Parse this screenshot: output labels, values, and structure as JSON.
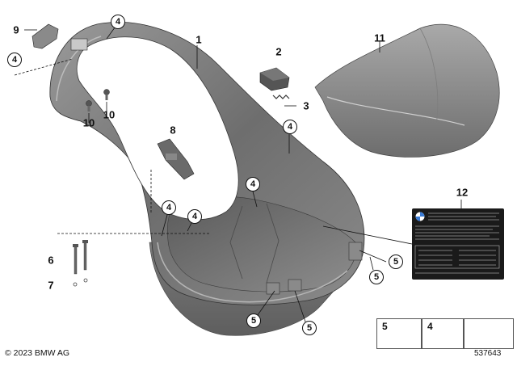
{
  "diagram": {
    "copyright": "© 2023 BMW AG",
    "diagram_number": "537643",
    "part_labels": [
      {
        "id": "p1",
        "text": "1"
      },
      {
        "id": "p2",
        "text": "2"
      },
      {
        "id": "p3",
        "text": "3"
      },
      {
        "id": "p6",
        "text": "6"
      },
      {
        "id": "p7",
        "text": "7"
      },
      {
        "id": "p8",
        "text": "8"
      },
      {
        "id": "p9",
        "text": "9"
      },
      {
        "id": "p10a",
        "text": "10"
      },
      {
        "id": "p10b",
        "text": "10"
      },
      {
        "id": "p11",
        "text": "11"
      },
      {
        "id": "p12",
        "text": "12"
      }
    ],
    "circled_labels": [
      {
        "id": "c4a",
        "text": "4"
      },
      {
        "id": "c4b",
        "text": "4"
      },
      {
        "id": "c4c",
        "text": "4"
      },
      {
        "id": "c4d",
        "text": "4"
      },
      {
        "id": "c4e",
        "text": "4"
      },
      {
        "id": "c4f",
        "text": "4"
      },
      {
        "id": "c5a",
        "text": "5"
      },
      {
        "id": "c5b",
        "text": "5"
      },
      {
        "id": "c5c",
        "text": "5"
      },
      {
        "id": "c5d",
        "text": "5"
      }
    ],
    "legend": [
      {
        "text": "5"
      },
      {
        "text": "4"
      }
    ]
  }
}
